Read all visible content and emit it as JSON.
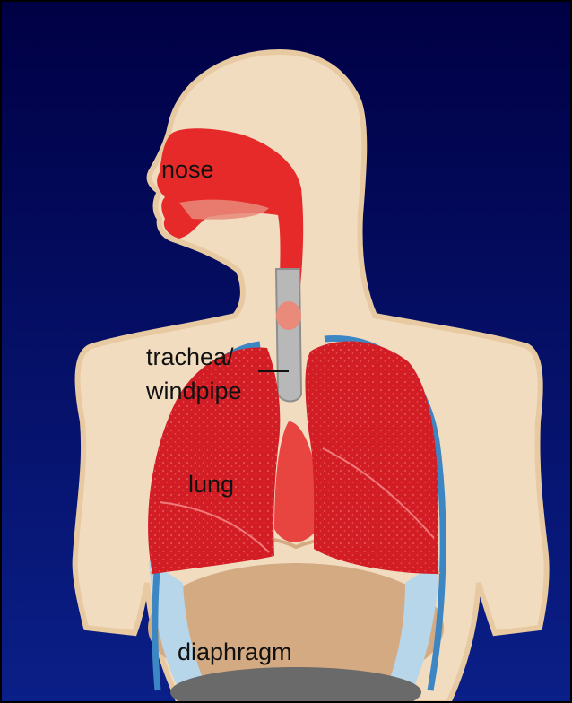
{
  "diagram": {
    "colors": {
      "background_top": "#000044",
      "background_bottom": "#0a1f88",
      "frame": "#000000",
      "skin": "#f1dcc0",
      "skin_shade": "#e8caa2",
      "airway": "#e62a2a",
      "lung": "#d21d25",
      "lung_texture": "#f07a7a",
      "pleura": "#3b86c3",
      "trachea": "#b8b8b8",
      "larynx": "#e98a7a",
      "abdomen": "#d3aa82",
      "cavity_light": "#b7d6ea",
      "dark_organ": "#6a6a6a"
    },
    "labels": {
      "nose": "nose",
      "trachea_line1": "trachea/",
      "trachea_line2": "windpipe",
      "lung": "lung",
      "diaphragm": "diaphragm"
    }
  }
}
